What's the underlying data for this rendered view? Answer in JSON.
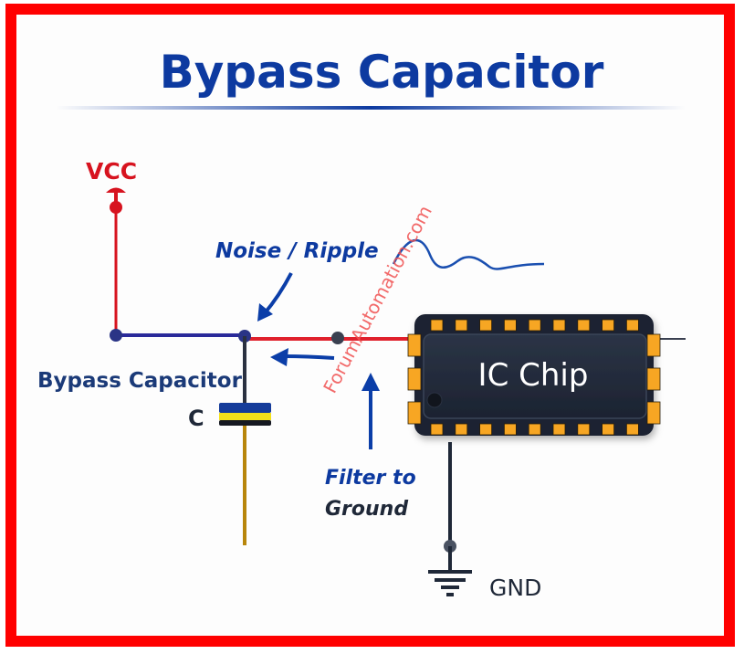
{
  "title": "Bypass Capacitor",
  "labels": {
    "vcc": "VCC",
    "noise_ripple": "Noise / Ripple",
    "bypass_capacitor": "Bypass Capacitor",
    "capacitor_symbol": "C",
    "ic_chip": "IC Chip",
    "filter_to_ground_line1": "Filter to",
    "filter_to_ground_line2": "Ground",
    "gnd": "GND",
    "watermark": "ForumAutomation.com"
  },
  "colors": {
    "frame": "#ff0000",
    "title": "#0d3aa0",
    "vcc": "#d7131f",
    "wire_red": "#e0202c",
    "wire_blue": "#2a2a9a",
    "wire_dark": "#1f2838",
    "wire_gold": "#b8860b",
    "chip_body": "#1b2230",
    "chip_pin": "#f7a623",
    "arrow": "#0b3ea8",
    "watermark": "#f05050"
  },
  "chip": {
    "top_pins": 9,
    "bottom_pins": 9,
    "left_pins": 3,
    "right_pins": 3
  }
}
